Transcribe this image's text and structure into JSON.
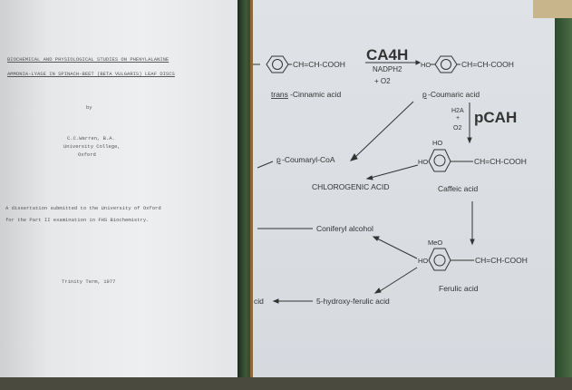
{
  "left_page": {
    "title_line1": "BIOCHEMICAL AND PHYSIOLOGICAL STUDIES ON PHENYLALANINE",
    "title_line2": "AMMONIA-LYASE IN SPINACH-BEET (BETA VULGARIS) LEAF DISCS",
    "by": "by",
    "author": "C.C.Warren, B.A.",
    "college": "University College,",
    "city": "Oxford",
    "dissertation_line1": "A dissertation submitted to the University of Oxford",
    "dissertation_line2": "for the Part II examination in FHS Biochemistry.",
    "date": "Trinity Term, 1977"
  },
  "diagram": {
    "cinnamic_chain": "CH=CH-COOH",
    "cinnamic_label_prefix": "trans",
    "cinnamic_label": "-Cinnamic acid",
    "enzyme1": "CA4H",
    "cofactor1": "NADPH2",
    "cofactor1b": "+ O2",
    "coumaric_ho": "HO",
    "coumaric_chain": "CH=CH-COOH",
    "coumaric_label_prefix": "p",
    "coumaric_label": "-Coumaric acid",
    "cofactor2a": "H2A",
    "cofactor2b": "+",
    "cofactor2c": "O2",
    "enzyme2": "pCAH",
    "coumaryl_coa_prefix": "p",
    "coumaryl_coa": "-Coumaryl-CoA",
    "chlorogenic": "CHLOROGENIC ACID",
    "caffeic_ho1": "HO",
    "caffeic_ho2": "HO",
    "caffeic_chain": "CH=CH-COOH",
    "caffeic_label": "Caffeic acid",
    "coniferyl": "Coniferyl alcohol",
    "ferulic_meo": "MeO",
    "ferulic_ho": "HO",
    "ferulic_chain": "CH=CH-COOH",
    "ferulic_label": "Ferulic acid",
    "hydroxyferulic": "5-hydroxy-ferulic acid",
    "cut_acid": "cid"
  }
}
